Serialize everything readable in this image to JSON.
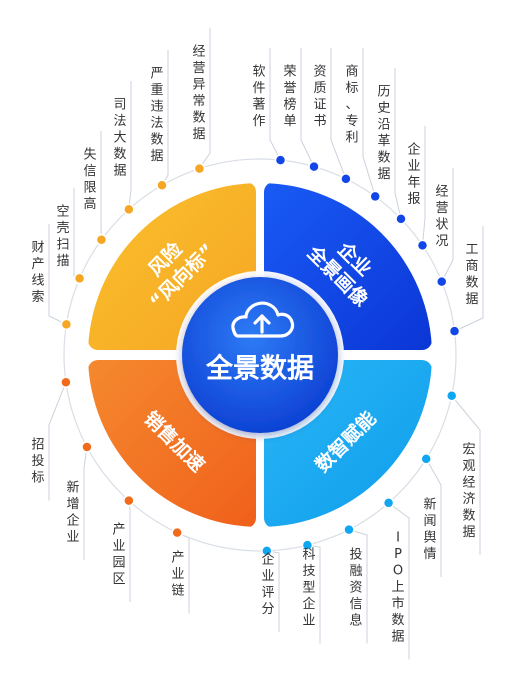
{
  "center": {
    "title": "全景数据",
    "icon": "cloud-upload-icon"
  },
  "quadrants": [
    {
      "id": "risk",
      "lines": [
        "风险",
        "“风向标”"
      ],
      "color": "#F5A623",
      "color2": "#FBC02D",
      "angle": -45
    },
    {
      "id": "enterprise",
      "lines": [
        "企业",
        "全景画像"
      ],
      "color": "#1346E6",
      "color2": "#0B5BF0",
      "angle": 45
    },
    {
      "id": "sales",
      "lines": [
        "销售加速"
      ],
      "color": "#F26B1D",
      "color2": "#F5892F",
      "angle": 45
    },
    {
      "id": "empower",
      "lines": [
        "数智赋能"
      ],
      "color": "#10A7F2",
      "color2": "#29B6F6",
      "angle": -45
    }
  ],
  "labels": [
    {
      "text": "财产线索",
      "color": "#F5A623"
    },
    {
      "text": "空壳扫描",
      "color": "#F5A623"
    },
    {
      "text": "失信限高",
      "color": "#F5A623"
    },
    {
      "text": "司法大数据",
      "color": "#F5A623"
    },
    {
      "text": "严重违法数据",
      "color": "#F5A623"
    },
    {
      "text": "经营异常数据",
      "color": "#F5A623"
    },
    {
      "text": "软件著作",
      "color": "#1346E6"
    },
    {
      "text": "荣誉榜单",
      "color": "#1346E6"
    },
    {
      "text": "资质证书",
      "color": "#1346E6"
    },
    {
      "text": "商标、专利",
      "color": "#1346E6"
    },
    {
      "text": "历史沿革数据",
      "color": "#1346E6"
    },
    {
      "text": "企业年报",
      "color": "#1346E6"
    },
    {
      "text": "经营状况",
      "color": "#1346E6"
    },
    {
      "text": "工商数据",
      "color": "#1346E6"
    },
    {
      "text": "招投标",
      "color": "#F26B1D"
    },
    {
      "text": "新增企业",
      "color": "#F26B1D"
    },
    {
      "text": "产业园区",
      "color": "#F26B1D"
    },
    {
      "text": "产业链",
      "color": "#F26B1D"
    },
    {
      "text": "企业评分",
      "color": "#10A7F2"
    },
    {
      "text": "科技型企业",
      "color": "#10A7F2"
    },
    {
      "text": "投融资信息",
      "color": "#10A7F2"
    },
    {
      "text": "IPO上市数据",
      "color": "#10A7F2"
    },
    {
      "text": "新闻舆情",
      "color": "#10A7F2"
    },
    {
      "text": "宏观经济数据",
      "color": "#10A7F2"
    }
  ]
}
